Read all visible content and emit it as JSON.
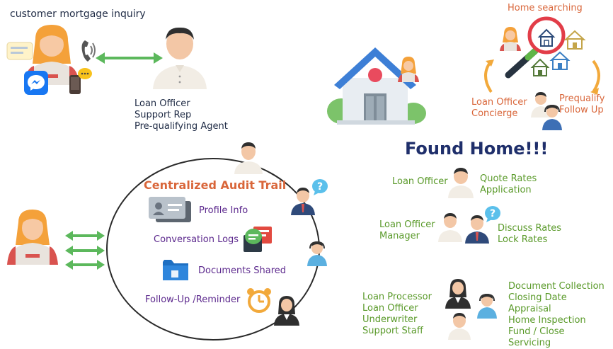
{
  "inquiry": {
    "title": "customer mortgage inquiry",
    "roles": [
      "Loan Officer",
      "Support Rep",
      "Pre-qualifying Agent"
    ]
  },
  "home_search": {
    "title": "Home searching",
    "concierge": "Loan Officer\nConcierge",
    "prequalify": "Prequalify\nFollow Up"
  },
  "found_home": {
    "title": "Found Home!!!",
    "stage1_left": "Loan Officer",
    "stage1_right": "Quote Rates\nApplication",
    "stage2_left": "Loan Officer\nManager",
    "stage2_right": "Discuss Rates\nLock Rates",
    "stage3_left": "Loan Processor\nLoan Officer\nUnderwriter\nSupport Staff",
    "stage3_right": "Document Collection\nClosing Date\nAppraisal\nHome Inspection\nFund / Close\nServicing"
  },
  "audit": {
    "title": "Centralized Audit Trail",
    "items": [
      "Profile Info",
      "Conversation Logs",
      "Documents Shared",
      "Follow-Up /Reminder"
    ]
  },
  "colors": {
    "green": "#5a9a2a",
    "orange": "#d9663a",
    "purple": "#5d2a8e",
    "navy": "#1f2f6b",
    "arrow": "#5cb85c"
  }
}
